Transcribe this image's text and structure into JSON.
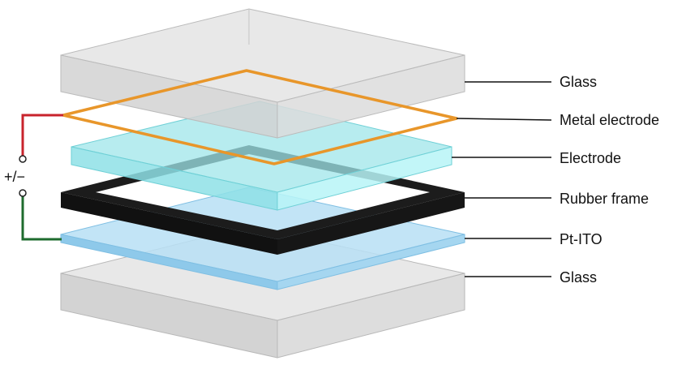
{
  "diagram": {
    "layers": [
      {
        "label": "Glass",
        "color": "#d9d9d9"
      },
      {
        "label": "Metal electrode",
        "color": "#e8962a"
      },
      {
        "label": "Electrode",
        "color": "#8ee6ea"
      },
      {
        "label": "Rubber frame",
        "color": "#1a1a1a"
      },
      {
        "label": "Pt-ITO",
        "color": "#9cd0ee"
      },
      {
        "label": "Glass",
        "color": "#d9d9d9"
      }
    ],
    "power": {
      "label": "+/−",
      "positive_wire_color": "#c8232c",
      "negative_wire_color": "#1e6b2e"
    }
  }
}
